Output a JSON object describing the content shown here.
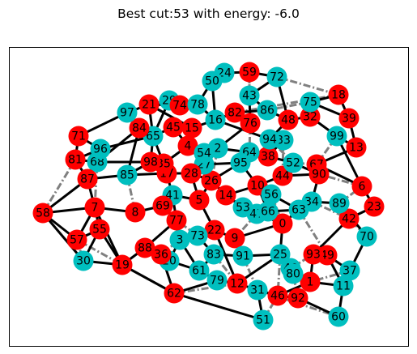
{
  "title": "Best cut:53 with energy: -6.0",
  "colors": {
    "red": "#ff0000",
    "cyan": "#00bfbf",
    "cut_edge": "#808080",
    "kept_edge": "#000000"
  },
  "nodes": [
    {
      "id": "0",
      "c": "red"
    },
    {
      "id": "1",
      "c": "red"
    },
    {
      "id": "2",
      "c": "cyan"
    },
    {
      "id": "3",
      "c": "cyan"
    },
    {
      "id": "4",
      "c": "red"
    },
    {
      "id": "5",
      "c": "red"
    },
    {
      "id": "6",
      "c": "red"
    },
    {
      "id": "7",
      "c": "red"
    },
    {
      "id": "8",
      "c": "red"
    },
    {
      "id": "9",
      "c": "red"
    },
    {
      "id": "10",
      "c": "red"
    },
    {
      "id": "11",
      "c": "cyan"
    },
    {
      "id": "12",
      "c": "red"
    },
    {
      "id": "13",
      "c": "red"
    },
    {
      "id": "14",
      "c": "red"
    },
    {
      "id": "15",
      "c": "red"
    },
    {
      "id": "16",
      "c": "cyan"
    },
    {
      "id": "17",
      "c": "red"
    },
    {
      "id": "18",
      "c": "red"
    },
    {
      "id": "19",
      "c": "red"
    },
    {
      "id": "20",
      "c": "cyan"
    },
    {
      "id": "21",
      "c": "red"
    },
    {
      "id": "22",
      "c": "red"
    },
    {
      "id": "23",
      "c": "red"
    },
    {
      "id": "24",
      "c": "cyan"
    },
    {
      "id": "25",
      "c": "cyan"
    },
    {
      "id": "26",
      "c": "red"
    },
    {
      "id": "27",
      "c": "cyan"
    },
    {
      "id": "28",
      "c": "red"
    },
    {
      "id": "29",
      "c": "cyan"
    },
    {
      "id": "30",
      "c": "cyan"
    },
    {
      "id": "31",
      "c": "cyan"
    },
    {
      "id": "32",
      "c": "red"
    },
    {
      "id": "33",
      "c": "cyan"
    },
    {
      "id": "34",
      "c": "cyan"
    },
    {
      "id": "35",
      "c": "red"
    },
    {
      "id": "36",
      "c": "red"
    },
    {
      "id": "37",
      "c": "cyan"
    },
    {
      "id": "38",
      "c": "red"
    },
    {
      "id": "39",
      "c": "red"
    },
    {
      "id": "40",
      "c": "cyan"
    },
    {
      "id": "41",
      "c": "cyan"
    },
    {
      "id": "42",
      "c": "red"
    },
    {
      "id": "43",
      "c": "cyan"
    },
    {
      "id": "44",
      "c": "red"
    },
    {
      "id": "45",
      "c": "red"
    },
    {
      "id": "46",
      "c": "red"
    },
    {
      "id": "47",
      "c": "cyan"
    },
    {
      "id": "48",
      "c": "red"
    },
    {
      "id": "49",
      "c": "red"
    },
    {
      "id": "50",
      "c": "cyan"
    },
    {
      "id": "51",
      "c": "cyan"
    },
    {
      "id": "52",
      "c": "cyan"
    },
    {
      "id": "53",
      "c": "cyan"
    },
    {
      "id": "54",
      "c": "cyan"
    },
    {
      "id": "55",
      "c": "red"
    },
    {
      "id": "56",
      "c": "cyan"
    },
    {
      "id": "57",
      "c": "red"
    },
    {
      "id": "58",
      "c": "red"
    },
    {
      "id": "59",
      "c": "red"
    },
    {
      "id": "60",
      "c": "cyan"
    },
    {
      "id": "61",
      "c": "cyan"
    },
    {
      "id": "62",
      "c": "red"
    },
    {
      "id": "63",
      "c": "cyan"
    },
    {
      "id": "64",
      "c": "cyan"
    },
    {
      "id": "65",
      "c": "cyan"
    },
    {
      "id": "66",
      "c": "cyan"
    },
    {
      "id": "67",
      "c": "red"
    },
    {
      "id": "68",
      "c": "cyan"
    },
    {
      "id": "69",
      "c": "red"
    },
    {
      "id": "70",
      "c": "cyan"
    },
    {
      "id": "71",
      "c": "red"
    },
    {
      "id": "72",
      "c": "cyan"
    },
    {
      "id": "73",
      "c": "cyan"
    },
    {
      "id": "74",
      "c": "red"
    },
    {
      "id": "75",
      "c": "cyan"
    },
    {
      "id": "76",
      "c": "red"
    },
    {
      "id": "77",
      "c": "red"
    },
    {
      "id": "78",
      "c": "cyan"
    },
    {
      "id": "79",
      "c": "cyan"
    },
    {
      "id": "80",
      "c": "cyan"
    },
    {
      "id": "81",
      "c": "red"
    },
    {
      "id": "82",
      "c": "red"
    },
    {
      "id": "83",
      "c": "cyan"
    },
    {
      "id": "84",
      "c": "red"
    },
    {
      "id": "85",
      "c": "cyan"
    },
    {
      "id": "86",
      "c": "cyan"
    },
    {
      "id": "87",
      "c": "red"
    },
    {
      "id": "88",
      "c": "red"
    },
    {
      "id": "89",
      "c": "cyan"
    },
    {
      "id": "90",
      "c": "red"
    },
    {
      "id": "91",
      "c": "cyan"
    },
    {
      "id": "92",
      "c": "red"
    },
    {
      "id": "93",
      "c": "red"
    },
    {
      "id": "94",
      "c": "cyan"
    },
    {
      "id": "95",
      "c": "cyan"
    },
    {
      "id": "96",
      "c": "cyan"
    },
    {
      "id": "97",
      "c": "cyan"
    },
    {
      "id": "98",
      "c": "red"
    },
    {
      "id": "99",
      "c": "cyan"
    }
  ],
  "edges": [
    [
      "58",
      "7"
    ],
    [
      "58",
      "87"
    ],
    [
      "58",
      "57"
    ],
    [
      "58",
      "30"
    ],
    [
      "7",
      "87"
    ],
    [
      "7",
      "57"
    ],
    [
      "7",
      "55"
    ],
    [
      "7",
      "19"
    ],
    [
      "7",
      "8"
    ],
    [
      "71",
      "81"
    ],
    [
      "71",
      "96"
    ],
    [
      "71",
      "97"
    ],
    [
      "81",
      "87"
    ],
    [
      "81",
      "68"
    ],
    [
      "81",
      "96"
    ],
    [
      "87",
      "85"
    ],
    [
      "87",
      "68"
    ],
    [
      "96",
      "65"
    ],
    [
      "96",
      "68"
    ],
    [
      "68",
      "98"
    ],
    [
      "68",
      "84"
    ],
    [
      "97",
      "21"
    ],
    [
      "97",
      "84"
    ],
    [
      "21",
      "74"
    ],
    [
      "21",
      "65"
    ],
    [
      "84",
      "65"
    ],
    [
      "84",
      "85"
    ],
    [
      "65",
      "45"
    ],
    [
      "65",
      "98"
    ],
    [
      "85",
      "98"
    ],
    [
      "85",
      "17"
    ],
    [
      "98",
      "35"
    ],
    [
      "35",
      "17"
    ],
    [
      "35",
      "4"
    ],
    [
      "17",
      "28"
    ],
    [
      "17",
      "41"
    ],
    [
      "29",
      "74"
    ],
    [
      "29",
      "65"
    ],
    [
      "74",
      "78"
    ],
    [
      "78",
      "50"
    ],
    [
      "50",
      "24"
    ],
    [
      "24",
      "59"
    ],
    [
      "59",
      "72"
    ],
    [
      "72",
      "43"
    ],
    [
      "43",
      "76"
    ],
    [
      "78",
      "16"
    ],
    [
      "16",
      "82"
    ],
    [
      "82",
      "76"
    ],
    [
      "76",
      "2"
    ],
    [
      "45",
      "15"
    ],
    [
      "15",
      "4"
    ],
    [
      "15",
      "16"
    ],
    [
      "4",
      "54"
    ],
    [
      "54",
      "2"
    ],
    [
      "2",
      "27"
    ],
    [
      "27",
      "28"
    ],
    [
      "28",
      "26"
    ],
    [
      "26",
      "14"
    ],
    [
      "14",
      "10"
    ],
    [
      "10",
      "44"
    ],
    [
      "44",
      "52"
    ],
    [
      "52",
      "90"
    ],
    [
      "90",
      "67"
    ],
    [
      "67",
      "13"
    ],
    [
      "13",
      "39"
    ],
    [
      "39",
      "18"
    ],
    [
      "18",
      "75"
    ],
    [
      "75",
      "32"
    ],
    [
      "32",
      "48"
    ],
    [
      "48",
      "86"
    ],
    [
      "86",
      "43"
    ],
    [
      "48",
      "94"
    ],
    [
      "94",
      "33"
    ],
    [
      "33",
      "38"
    ],
    [
      "38",
      "64"
    ],
    [
      "64",
      "95"
    ],
    [
      "95",
      "27"
    ],
    [
      "95",
      "10"
    ],
    [
      "56",
      "10"
    ],
    [
      "56",
      "66"
    ],
    [
      "66",
      "47"
    ],
    [
      "47",
      "53"
    ],
    [
      "53",
      "14"
    ],
    [
      "66",
      "63"
    ],
    [
      "63",
      "34"
    ],
    [
      "34",
      "89"
    ],
    [
      "89",
      "42"
    ],
    [
      "42",
      "23"
    ],
    [
      "23",
      "6"
    ],
    [
      "6",
      "99"
    ],
    [
      "99",
      "13"
    ],
    [
      "89",
      "70"
    ],
    [
      "70",
      "37"
    ],
    [
      "37",
      "11"
    ],
    [
      "11",
      "60"
    ],
    [
      "60",
      "92"
    ],
    [
      "92",
      "46"
    ],
    [
      "46",
      "31"
    ],
    [
      "31",
      "51"
    ],
    [
      "51",
      "62"
    ],
    [
      "62",
      "19"
    ],
    [
      "19",
      "30"
    ],
    [
      "19",
      "88"
    ],
    [
      "88",
      "36"
    ],
    [
      "36",
      "20"
    ],
    [
      "20",
      "3"
    ],
    [
      "3",
      "73"
    ],
    [
      "73",
      "22"
    ],
    [
      "22",
      "9"
    ],
    [
      "9",
      "91"
    ],
    [
      "91",
      "83"
    ],
    [
      "83",
      "61"
    ],
    [
      "61",
      "79"
    ],
    [
      "79",
      "12"
    ],
    [
      "12",
      "31"
    ],
    [
      "12",
      "25"
    ],
    [
      "25",
      "40"
    ],
    [
      "40",
      "80"
    ],
    [
      "80",
      "1"
    ],
    [
      "1",
      "93"
    ],
    [
      "93",
      "49"
    ],
    [
      "49",
      "37"
    ],
    [
      "0",
      "25"
    ],
    [
      "0",
      "63"
    ],
    [
      "0",
      "9"
    ],
    [
      "0",
      "47"
    ],
    [
      "5",
      "26"
    ],
    [
      "5",
      "41"
    ],
    [
      "5",
      "22"
    ],
    [
      "69",
      "41"
    ],
    [
      "69",
      "8"
    ],
    [
      "69",
      "77"
    ],
    [
      "77",
      "3"
    ],
    [
      "77",
      "88"
    ],
    [
      "55",
      "57"
    ],
    [
      "55",
      "19"
    ],
    [
      "61",
      "20"
    ],
    [
      "62",
      "79"
    ],
    [
      "46",
      "1"
    ],
    [
      "1",
      "11"
    ],
    [
      "93",
      "42"
    ],
    [
      "34",
      "90"
    ],
    [
      "63",
      "56"
    ],
    [
      "44",
      "90"
    ],
    [
      "67",
      "6"
    ],
    [
      "38",
      "52"
    ],
    [
      "64",
      "2"
    ],
    [
      "54",
      "27"
    ],
    [
      "16",
      "94"
    ],
    [
      "82",
      "86"
    ],
    [
      "75",
      "39"
    ],
    [
      "32",
      "99"
    ],
    [
      "72",
      "48"
    ],
    [
      "50",
      "16"
    ],
    [
      "45",
      "4"
    ],
    [
      "65",
      "35"
    ],
    [
      "21",
      "15"
    ],
    [
      "41",
      "77"
    ],
    [
      "73",
      "83"
    ],
    [
      "22",
      "12"
    ],
    [
      "91",
      "25"
    ],
    [
      "40",
      "1"
    ],
    [
      "49",
      "11"
    ],
    [
      "3",
      "61"
    ],
    [
      "36",
      "62"
    ],
    [
      "30",
      "55"
    ],
    [
      "28",
      "5"
    ],
    [
      "14",
      "53"
    ],
    [
      "26",
      "95"
    ],
    [
      "10",
      "66"
    ]
  ],
  "cut_edges": [
    [
      "58",
      "81"
    ],
    [
      "71",
      "96"
    ],
    [
      "97",
      "84"
    ],
    [
      "29",
      "21"
    ],
    [
      "59",
      "43"
    ],
    [
      "18",
      "82"
    ],
    [
      "75",
      "86"
    ],
    [
      "43",
      "59"
    ],
    [
      "33",
      "44"
    ],
    [
      "94",
      "52"
    ],
    [
      "99",
      "67"
    ],
    [
      "6",
      "90"
    ],
    [
      "34",
      "42"
    ],
    [
      "89",
      "6"
    ],
    [
      "42",
      "70"
    ],
    [
      "40",
      "93"
    ],
    [
      "80",
      "92"
    ],
    [
      "25",
      "46"
    ],
    [
      "31",
      "60"
    ],
    [
      "51",
      "46"
    ],
    [
      "62",
      "12"
    ],
    [
      "20",
      "88"
    ],
    [
      "30",
      "57"
    ],
    [
      "57",
      "19"
    ],
    [
      "68",
      "7"
    ],
    [
      "85",
      "8"
    ],
    [
      "98",
      "17"
    ],
    [
      "4",
      "27"
    ],
    [
      "54",
      "28"
    ],
    [
      "2",
      "26"
    ],
    [
      "56",
      "0"
    ],
    [
      "47",
      "9"
    ],
    [
      "66",
      "0"
    ],
    [
      "63",
      "49"
    ],
    [
      "83",
      "12"
    ],
    [
      "3",
      "36"
    ],
    [
      "73",
      "77"
    ],
    [
      "72",
      "18"
    ],
    [
      "76",
      "64"
    ],
    [
      "52",
      "67"
    ],
    [
      "37",
      "1"
    ],
    [
      "91",
      "31"
    ]
  ]
}
